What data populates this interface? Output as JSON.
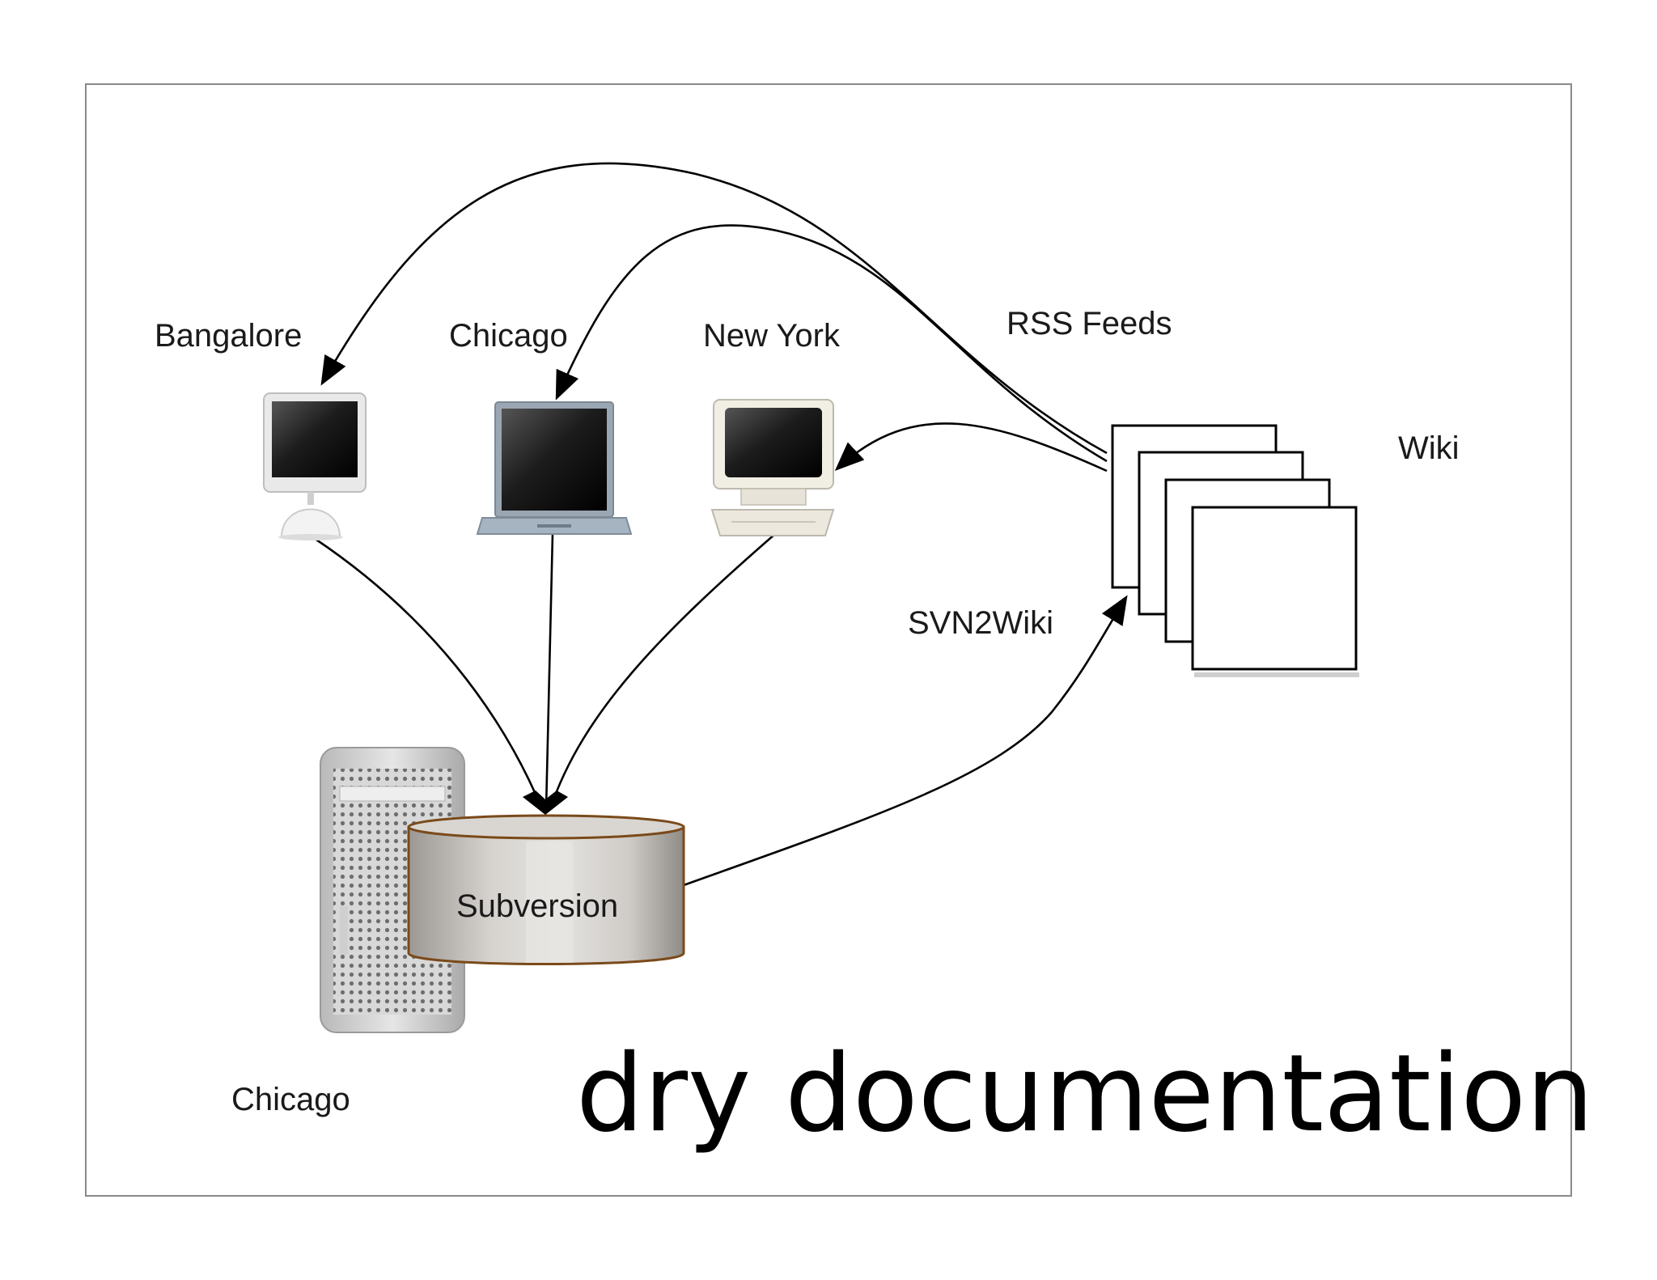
{
  "slide": {
    "title": "dry documentation"
  },
  "nodes": {
    "bangalore": {
      "label": "Bangalore",
      "icon": "imac-g4-icon"
    },
    "chicago_client": {
      "label": "Chicago",
      "icon": "laptop-icon"
    },
    "new_york": {
      "label": "New York",
      "icon": "crt-desktop-icon"
    },
    "server": {
      "label": "Chicago",
      "icon": "tower-server-icon"
    },
    "subversion": {
      "label": "Subversion",
      "icon": "database-cylinder-icon"
    },
    "wiki": {
      "label": "Wiki",
      "icon": "stacked-pages-icon"
    }
  },
  "edges": {
    "rss": {
      "label": "RSS Feeds"
    },
    "svn2wiki": {
      "label": "SVN2Wiki"
    }
  },
  "colors": {
    "frame": "#8a8a8a",
    "cylinder_rim": "#7a4a1a",
    "cylinder_body": "#c9c6c2"
  }
}
